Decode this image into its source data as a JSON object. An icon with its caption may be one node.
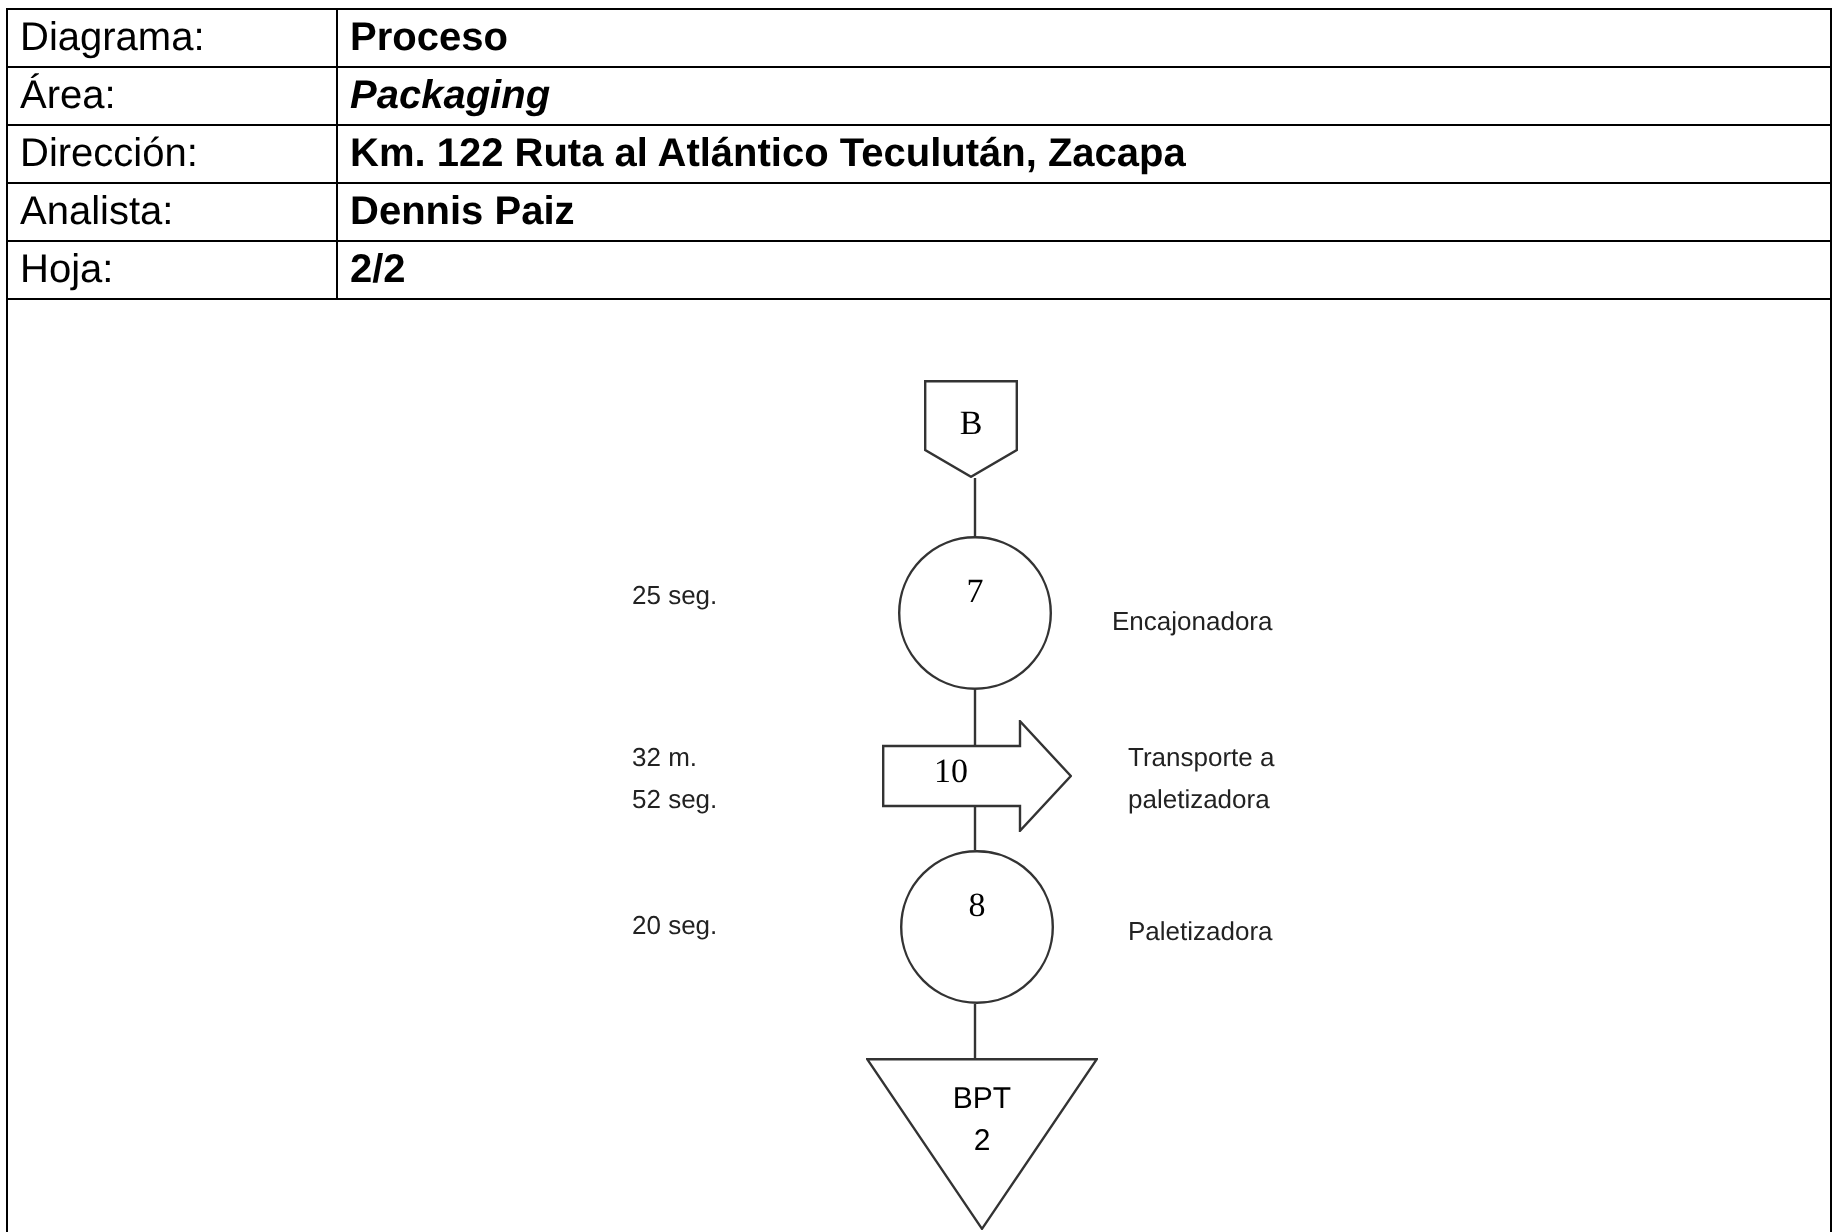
{
  "diagram": {
    "nodes": [
      {
        "text": [
          "B"
        ]
      },
      {
        "text": [
          "7"
        ],
        "beside": [
          "Encajonadora"
        ]
      },
      {
        "text": [
          "10"
        ],
        "beside": [
          "Transporte a paletizadora"
        ]
      },
      {
        "text": [
          "8"
        ],
        "beside": [
          "Paletizadora"
        ]
      },
      {
        "text": [
          "BPT",
          "2"
        ]
      }
    ],
    "edges": [
      {
        "from": 0,
        "to": 1,
        "arrow": "none"
      },
      {
        "from": 1,
        "to": 2,
        "arrow": "none"
      },
      {
        "from": 2,
        "to": 3,
        "arrow": "none"
      },
      {
        "from": 3,
        "to": 4,
        "arrow": "none"
      }
    ],
    "labels": [
      "Diagrama:",
      "Proceso",
      "Área:",
      "Packaging",
      "Dirección:",
      "Km. 122 Ruta al Atlántico Teculután, Zacapa",
      "Analista:",
      "Dennis Paiz",
      "Hoja:",
      "2/2",
      "25 seg.",
      "32 m. 52 seg.",
      "20 seg."
    ]
  }
}
